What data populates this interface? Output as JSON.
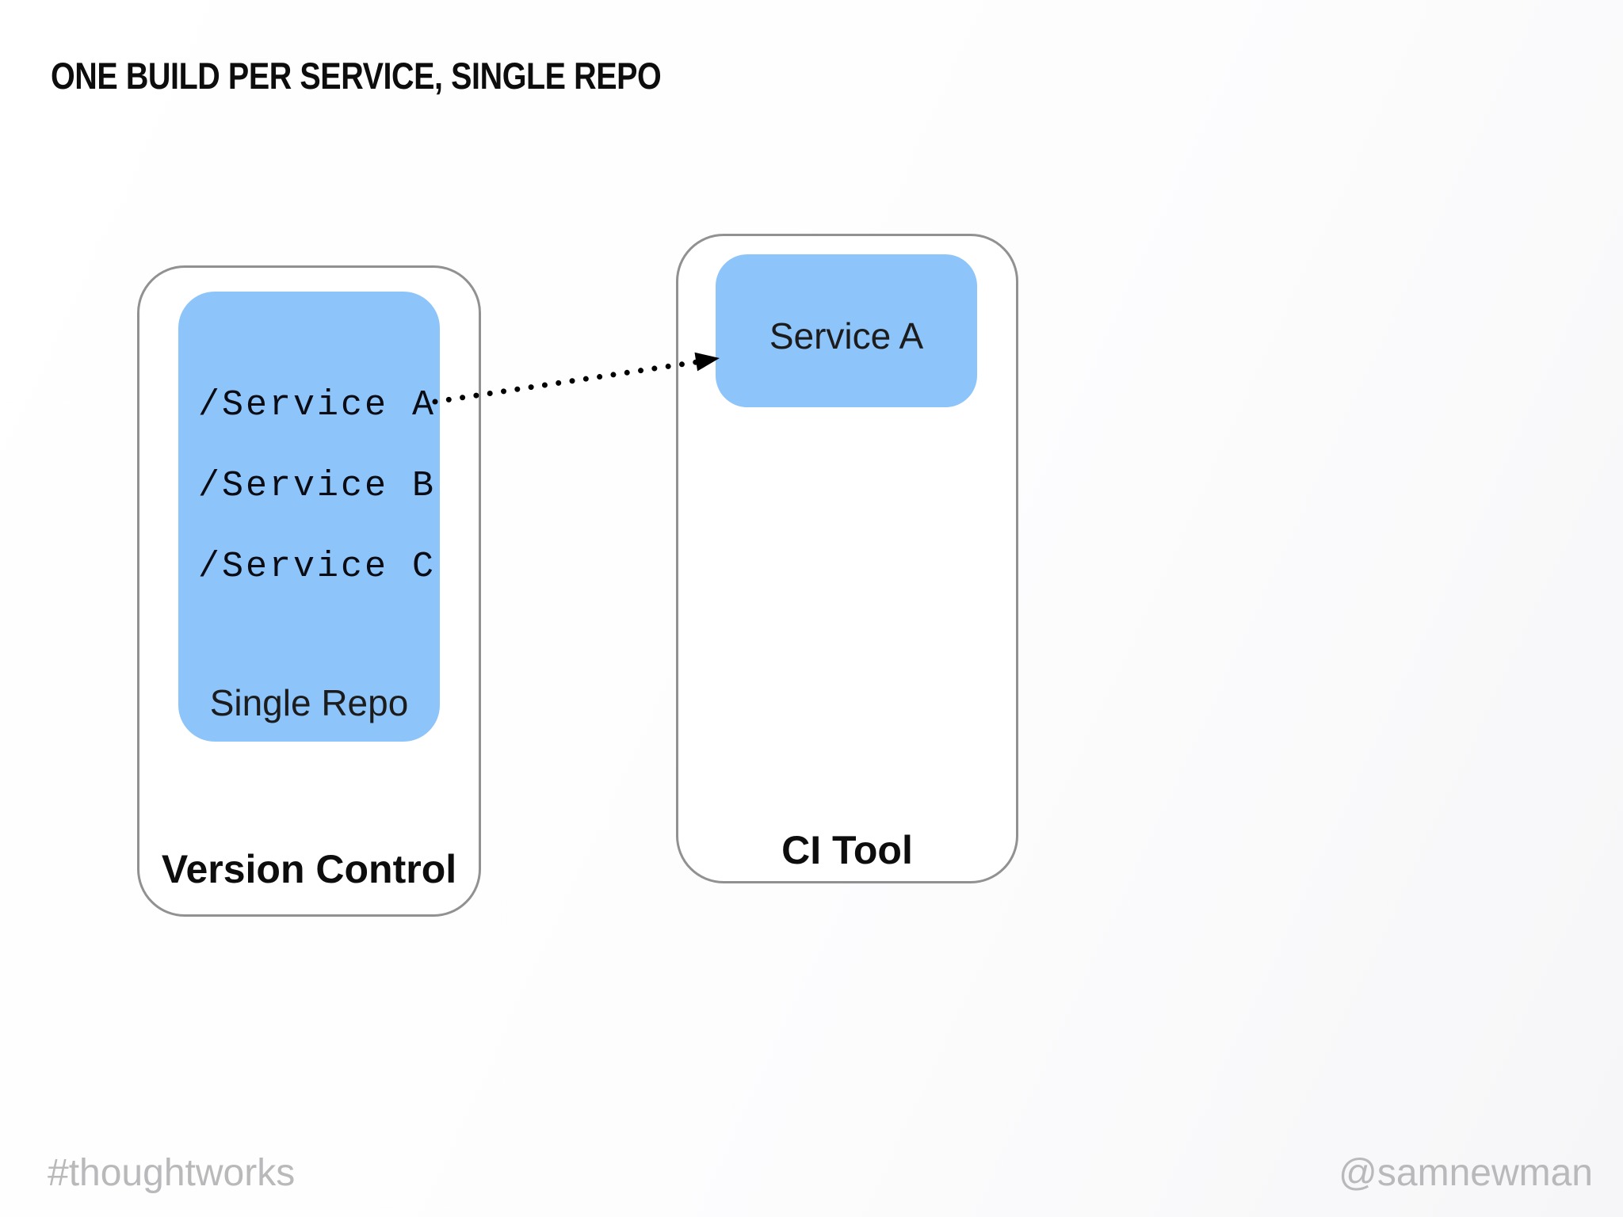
{
  "title": "ONE BUILD PER SERVICE, SINGLE REPO",
  "version_control": {
    "label": "Version Control",
    "repo": {
      "label": "Single Repo",
      "services": [
        "/Service A",
        "/Service B",
        "/Service C"
      ]
    }
  },
  "ci_tool": {
    "label": "CI Tool",
    "build": {
      "label": "Service A"
    }
  },
  "arrow": {
    "from": "/Service A",
    "to": "Service A",
    "style": "dotted"
  },
  "footer": {
    "hashtag": "#thoughtworks",
    "handle": "@samnewman"
  },
  "colors": {
    "service-blue": "#8DC4F9",
    "panel-border": "#919191",
    "footer-gray": "#B9B9BB",
    "text-dark": "#111111",
    "arrow-black": "#000000"
  }
}
